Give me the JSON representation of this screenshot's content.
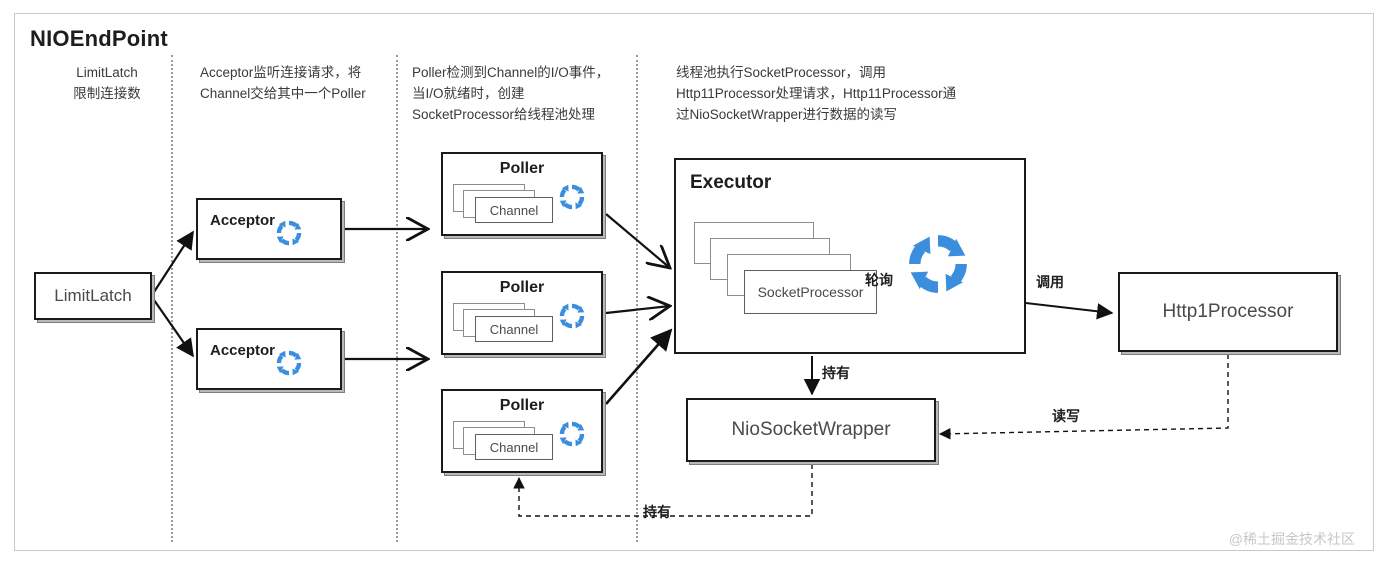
{
  "diagram": {
    "title": "NIOEndPoint",
    "watermark": "@稀土掘金技术社区"
  },
  "notes": [
    {
      "text": "LimitLatch\n限制连接数"
    },
    {
      "text": "Acceptor监听连接请求，将\nChannel交给其中一个Poller"
    },
    {
      "text": "Poller检测到Channel的I/O事件，\n当I/O就绪时，创建\nSocketProcessor给线程池处理"
    },
    {
      "text": "线程池执行SocketProcessor，调用\nHttp11Processor处理请求，Http11Processor通\n过NioSocketWrapper进行数据的读写"
    }
  ],
  "nodes": {
    "limit_latch": {
      "label": "LimitLatch"
    },
    "acceptor1": {
      "title": "Acceptor",
      "icon": "loop-icon"
    },
    "acceptor2": {
      "title": "Acceptor",
      "icon": "loop-icon"
    },
    "poller1": {
      "title": "Poller",
      "card_label": "Channel",
      "icon": "loop-icon"
    },
    "poller2": {
      "title": "Poller",
      "card_label": "Channel",
      "icon": "loop-icon"
    },
    "poller3": {
      "title": "Poller",
      "card_label": "Channel",
      "icon": "loop-icon"
    },
    "executor": {
      "title": "Executor",
      "card_label": "SocketProcessor",
      "icon": "loop-icon"
    },
    "http_processor": {
      "label": "Http1Processor"
    },
    "nio_socket_wrapper": {
      "label": "NioSocketWrapper"
    }
  },
  "edge_labels": {
    "poll": "轮询",
    "invoke": "调用",
    "hold_executor": "持有",
    "read_write": "读写",
    "hold_poller": "持有"
  },
  "colors": {
    "loop_blue": "#3b8ede",
    "border_black": "#1a1a1a",
    "text_gray": "#4a4a4a",
    "frame_gray": "#c9c9c9",
    "watermark_gray": "#c7c7c7"
  }
}
